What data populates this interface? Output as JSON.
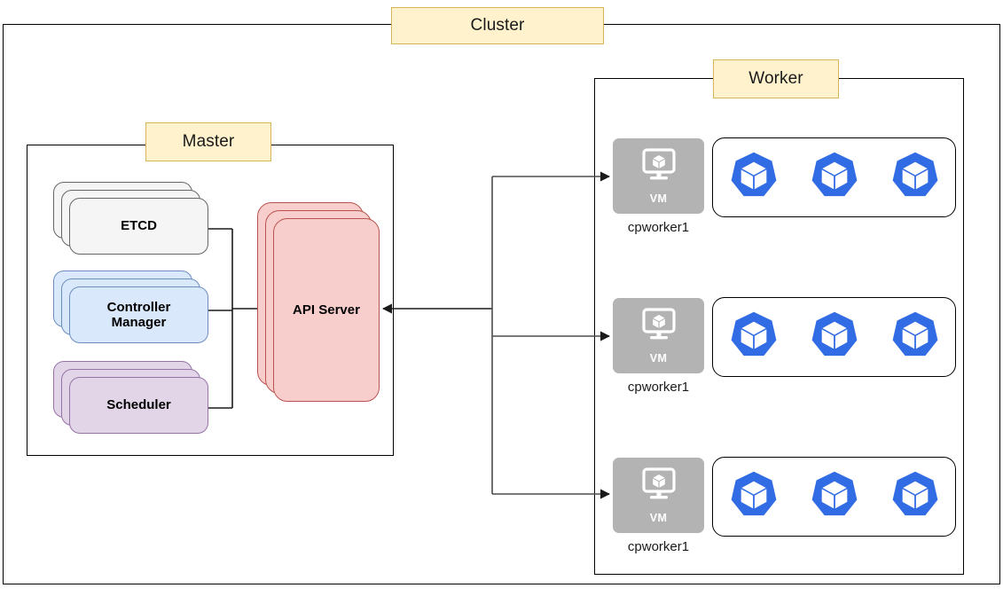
{
  "diagram": {
    "title": "Cluster",
    "palette": {
      "title_tag_fill": "#fff2cc",
      "title_tag_stroke": "#d6b656",
      "etcd_fill": "#f5f5f5",
      "etcd_stroke": "#666666",
      "controller_fill": "#dae8fc",
      "controller_stroke": "#6c8ebf",
      "scheduler_fill": "#e1d5e7",
      "scheduler_stroke": "#9673a6",
      "apiserver_fill": "#f8cecc",
      "apiserver_stroke": "#b85450",
      "vm_fill": "#b3b3b3",
      "pod_blue": "#326ce5",
      "line": "#4d4d4d",
      "border": "#000000"
    }
  },
  "master": {
    "title": "Master",
    "components": [
      {
        "id": "etcd",
        "label": "ETCD"
      },
      {
        "id": "controller-manager",
        "label": "Controller\nManager"
      },
      {
        "id": "scheduler",
        "label": "Scheduler"
      }
    ],
    "api_server": {
      "label": "API Server"
    }
  },
  "worker": {
    "title": "Worker",
    "nodes": [
      {
        "id": "worker-1",
        "name": "cpworker1",
        "vm_label": "VM",
        "pods": [
          "pod",
          "pod",
          "pod"
        ]
      },
      {
        "id": "worker-2",
        "name": "cpworker1",
        "vm_label": "VM",
        "pods": [
          "pod",
          "pod",
          "pod"
        ]
      },
      {
        "id": "worker-3",
        "name": "cpworker1",
        "vm_label": "VM",
        "pods": [
          "pod",
          "pod",
          "pod"
        ]
      }
    ]
  }
}
